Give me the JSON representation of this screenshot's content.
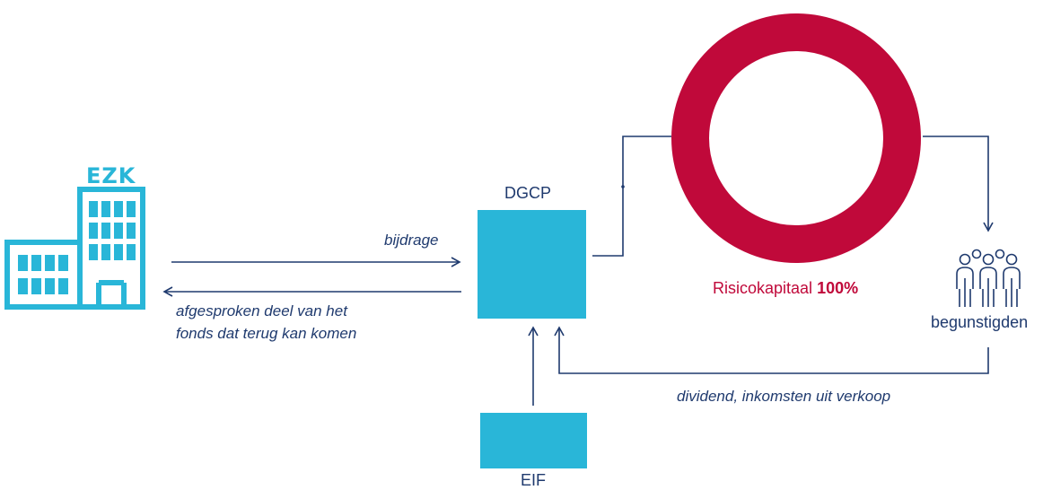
{
  "colors": {
    "navy": "#1f3a6e",
    "cyan": "#29b6d8",
    "crimson": "#c0093a",
    "white": "#ffffff"
  },
  "labels": {
    "ezk": "EZK",
    "dgcp": "DGCP",
    "eif": "EIF",
    "bijdrage": "bijdrage",
    "return_line1": "afgesproken deel van het",
    "return_line2": "fonds dat terug kan komen",
    "risico_text": "Risicokapitaal",
    "risico_pct": "100%",
    "beneficiaries": "begunstigden",
    "dividend": "dividend, inkomsten uit verkoop"
  },
  "icons": {
    "ezk_building": "building-icon",
    "beneficiaries": "people-group-icon"
  }
}
